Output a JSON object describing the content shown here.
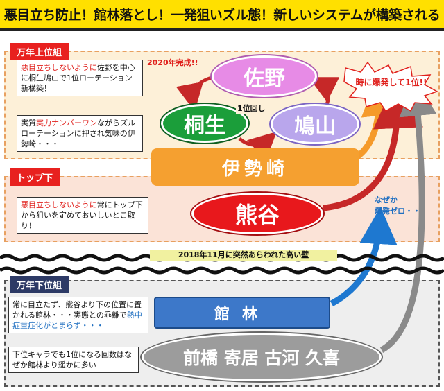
{
  "title": "悪目立ち防止！館林落とし！一発狙いズル態！新しいシステムが構築される",
  "tiers": {
    "top": "万年上位組",
    "mid": "トップ下",
    "low": "万年下位組"
  },
  "notes": {
    "top1_hl": "悪目立ちしないように",
    "top1_rest": "佐野を中心に桐生鳩山で1位ローテーション新構築！",
    "top2_pre": "実質",
    "top2_hl": "実力ナンバーワン",
    "top2_rest": "ながらズルローテーションに押され気味の伊勢崎・・・",
    "mid_hl": "悪目立ちしないように",
    "mid_rest": "常にトップ下から狙いを定めておいしいとこ取り！",
    "low1_main": "常に目立たず、熊谷より下の位置に置かれる館林・・・実態との乖離で",
    "low1_hl": "熱中症重症化がとまらず・・・",
    "low2": "下位キャラでも1位になる回数はなぜか館林より遥かに多い"
  },
  "cities": {
    "sano": "佐野",
    "kiryu": "桐生",
    "hatoyama": "鳩山",
    "isesaki": "伊勢崎",
    "kumagaya": "熊谷",
    "tatebayashi": "館林",
    "others": "前橋 寄居 古河 久喜"
  },
  "annotations": {
    "completed": "2020年完成!!",
    "rotation": "1位回し",
    "burst": "時に爆発して1位!!",
    "no_burst_1": "なぜか",
    "no_burst_2": "爆発ゼロ・・",
    "wall": "2018年11月に突然あらわれた高い壁"
  },
  "colors": {
    "title_bg": "#ffe000",
    "tag_red": "#e8211f",
    "tag_dark": "#2d3a66",
    "sano": "#e78be6",
    "kiryu": "#1b9e3a",
    "hatoyama": "#b9a6ec",
    "isesaki": "#f5a030",
    "kumagaya": "#e8181c",
    "tatebayashi": "#3d78c9",
    "others": "#9c9c9c",
    "arrow_red": "#c62828",
    "arrow_blue": "#1e78d0",
    "arrow_gray": "#888888"
  }
}
